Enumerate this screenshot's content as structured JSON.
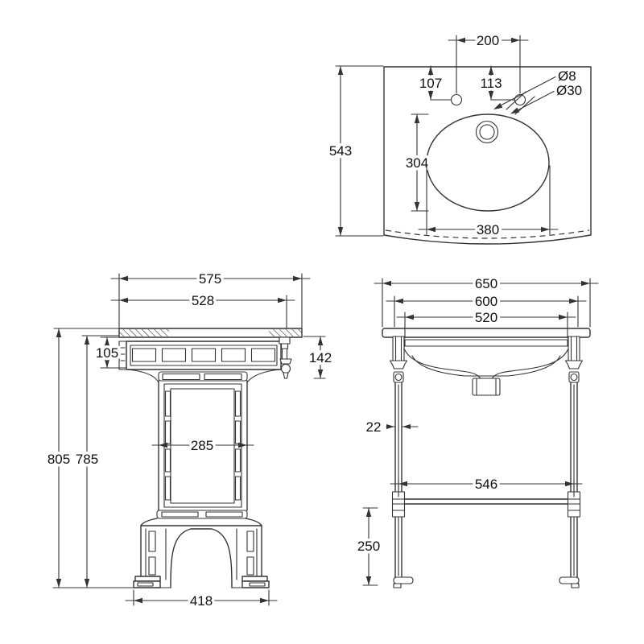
{
  "views": {
    "basin_plan": {
      "dims": {
        "overall_depth": "543",
        "tap_hole_spacing": "200",
        "left_hole_setback": "107",
        "right_hole_setback": "113",
        "small_hole_diameter": "Ø8",
        "large_hole_diameter": "Ø30",
        "bowl_depth": "304",
        "bowl_width": "380"
      }
    },
    "pedestal_front": {
      "dims": {
        "top_width": "575",
        "top_inner_width": "528",
        "frieze_height": "105",
        "skirt_height": "142",
        "column_width": "285",
        "overall_height": "805",
        "underside_height": "785",
        "base_width": "418"
      }
    },
    "washstand_front": {
      "dims": {
        "top_width": "650",
        "frame_width": "600",
        "apron_width": "520",
        "leg_diameter": "22",
        "rail_length": "546",
        "rail_floor_clearance": "250"
      }
    }
  },
  "colors": {
    "line": "#333333",
    "text": "#111111",
    "background": "#ffffff"
  }
}
